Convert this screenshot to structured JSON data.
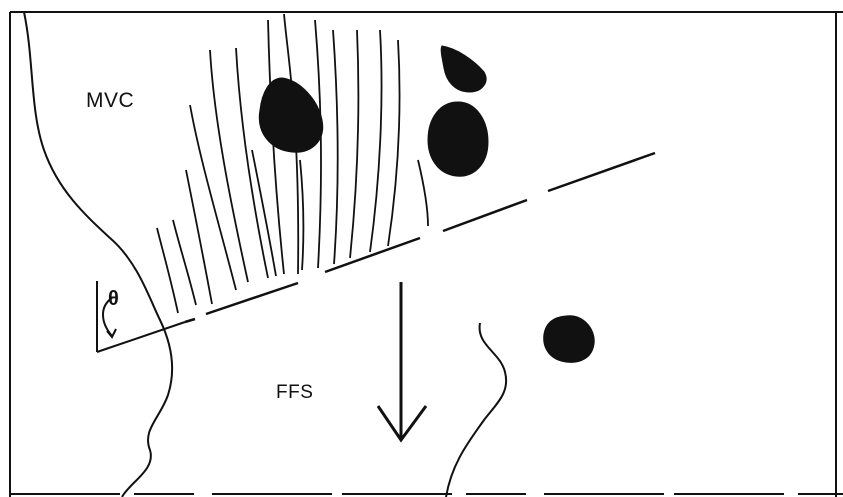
{
  "labels": {
    "mvc": "MVC",
    "ffs": "FFS",
    "theta": "θ"
  },
  "colors": {
    "ink": "#111111",
    "background": "#ffffff"
  }
}
